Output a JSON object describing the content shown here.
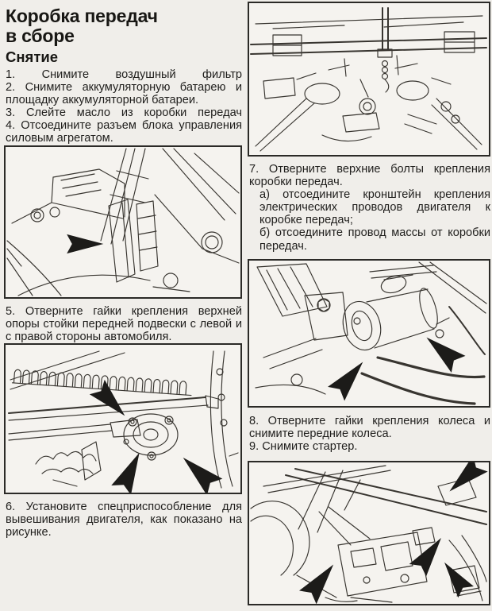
{
  "colors": {
    "ink": "#1f1e1c",
    "paper": "#f0eeea",
    "figure_paper": "#f5f3ef",
    "arrow": "#1c1b19"
  },
  "document": {
    "title_line1": "Коробка передач",
    "title_line2": "в сборе",
    "section_heading": "Снятие"
  },
  "steps": {
    "s1": "1. Снимите воздушный фильтр",
    "s2": "2. Снимите аккумуляторную батарею и площадку аккумуляторной батареи.",
    "s3": "3. Слейте масло из коробки передач",
    "s4": "4. Отсоедините разъем блока управ­ления силовым агрегатом.",
    "s5": "5. Отверните гайки крепления верхней опоры стойки передней подвески с ле­вой и с правой стороны автомобиля.",
    "s6": "6. Установите спецприспособление для вывешивания двигателя, как по­казано на рисунке.",
    "s7": "7. Отверните верхние болты крепле­ния коробки передач.",
    "s7a": "а) отсоедините кронштейн крепле­ния электрических проводов двига­теля к коробке передач;",
    "s7b": "б) отсоедините провод массы от ко­робки передач.",
    "s8": "8. Отверните гайки крепления колеса и снимите передние колеса.",
    "s9": "9. Снимите стартер."
  },
  "figures": {
    "fig1": {
      "name": "engine-bay-powertrain-control-unit-illustration",
      "arrow_count": 1
    },
    "fig2": {
      "name": "front-strut-upper-mount-nuts-illustration",
      "arrow_count": 3
    },
    "fig3": {
      "name": "engine-support-tool-across-engine-bay-illustration",
      "arrow_count": 0
    },
    "fig4": {
      "name": "starter-motor-and-gearbox-bolts-illustration",
      "arrow_count": 2
    },
    "fig5": {
      "name": "starter-removal-mounting-points-illustration",
      "arrow_count": 4
    }
  }
}
